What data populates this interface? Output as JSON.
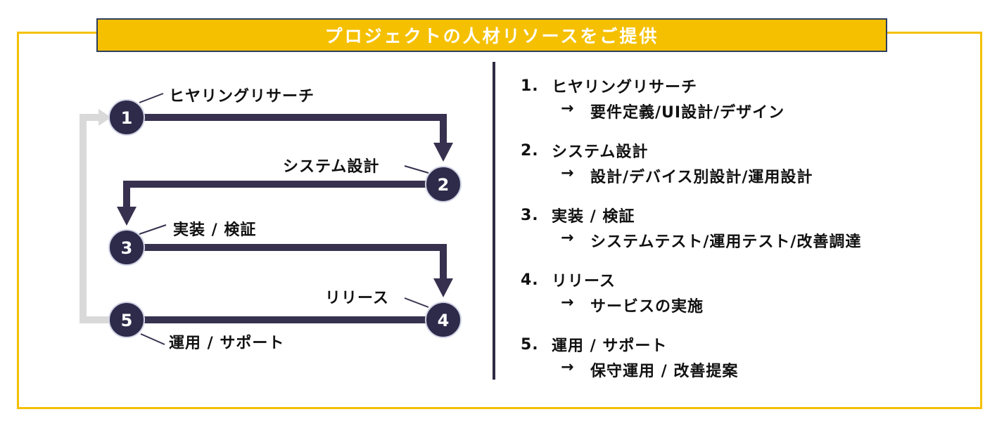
{
  "banner": {
    "title": "プロジェクトの人材リソースをご提供"
  },
  "colors": {
    "frame": "#f5c000",
    "banner_border": "#2e3e5c",
    "flow_line": "#37314f",
    "return_line": "#d9d9d9",
    "circle_fill": "#2e2a4a"
  },
  "flow": {
    "steps": [
      {
        "num": "1",
        "label": "ヒヤリングリサーチ"
      },
      {
        "num": "2",
        "label": "システム設計"
      },
      {
        "num": "3",
        "label": "実装 / 検証"
      },
      {
        "num": "4",
        "label": "リリース"
      },
      {
        "num": "5",
        "label": "運用 / サポート"
      }
    ]
  },
  "list": {
    "arrow": "→",
    "items": [
      {
        "num": "1.",
        "title": "ヒヤリングリサーチ",
        "detail": "要件定義/UI設計/デザイン"
      },
      {
        "num": "2.",
        "title": "システム設計",
        "detail": "設計/デバイス別設計/運用設計"
      },
      {
        "num": "3.",
        "title": "実装 / 検証",
        "detail": "システムテスト/運用テスト/改善調達"
      },
      {
        "num": "4.",
        "title": "リリース",
        "detail": "サービスの実施"
      },
      {
        "num": "5.",
        "title": "運用 / サポート",
        "detail": "保守運用 / 改善提案"
      }
    ]
  }
}
